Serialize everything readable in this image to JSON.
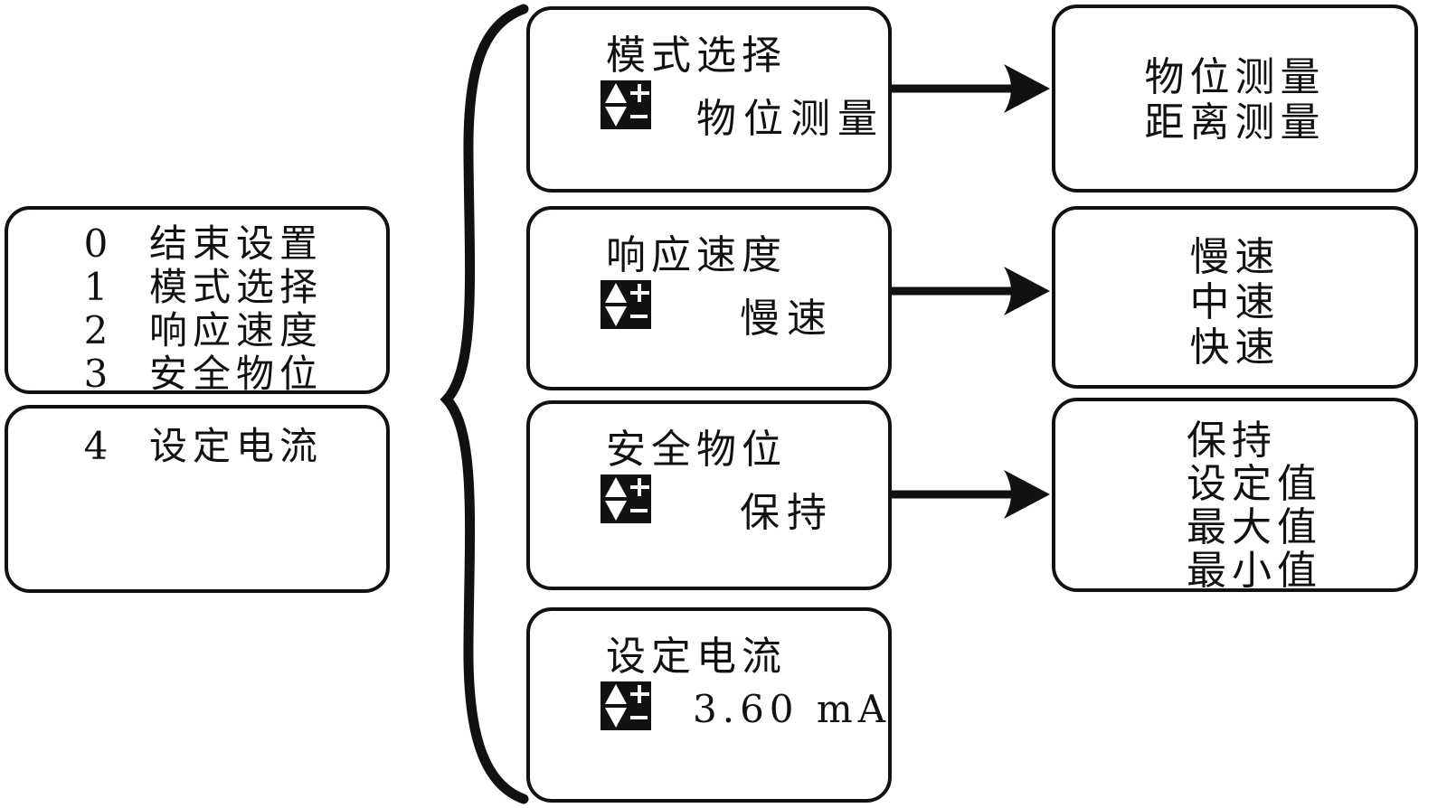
{
  "colors": {
    "ink": "#111111",
    "background": "#ffffff"
  },
  "left_menu_page1": {
    "items": [
      {
        "num": "0",
        "label": "结束设置"
      },
      {
        "num": "1",
        "label": "模式选择"
      },
      {
        "num": "2",
        "label": "响应速度"
      },
      {
        "num": "3",
        "label": "安全物位"
      }
    ]
  },
  "left_menu_page2": {
    "items": [
      {
        "num": "4",
        "label": "设定电流"
      }
    ]
  },
  "param_screens": [
    {
      "title": "模式选择",
      "value": "物位测量"
    },
    {
      "title": "响应速度",
      "value": "慢速"
    },
    {
      "title": "安全物位",
      "value": "保持"
    },
    {
      "title": "设定电流",
      "value": "3.60 mA"
    }
  ],
  "option_lists": [
    {
      "options": [
        "物位测量",
        "距离测量"
      ]
    },
    {
      "options": [
        "慢速",
        "中速",
        "快速"
      ]
    },
    {
      "options": [
        "保持",
        "设定值",
        "最大值",
        "最小值"
      ]
    }
  ],
  "icons": {
    "value_spinner": "up-down-plus-minus-icon",
    "flow_arrow": "right-arrow-icon",
    "grouping": "curly-brace"
  }
}
